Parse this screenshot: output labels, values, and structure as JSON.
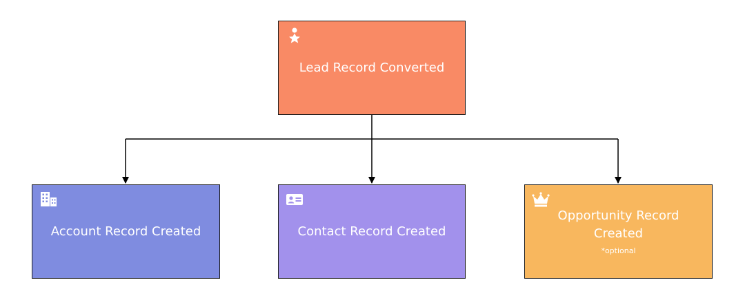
{
  "diagram": {
    "root": {
      "label": "Lead Record Converted",
      "icon": "person-star-icon",
      "color": "#f98a65"
    },
    "children": [
      {
        "label": "Account Record Created",
        "icon": "building-icon",
        "color": "#7f8ce0"
      },
      {
        "label": "Contact Record Created",
        "icon": "contact-card-icon",
        "color": "#a291ec"
      },
      {
        "label": "Opportunity Record Created",
        "note": "*optional",
        "icon": "crown-icon",
        "color": "#f8b75e"
      }
    ],
    "connector_color": "#000000"
  }
}
